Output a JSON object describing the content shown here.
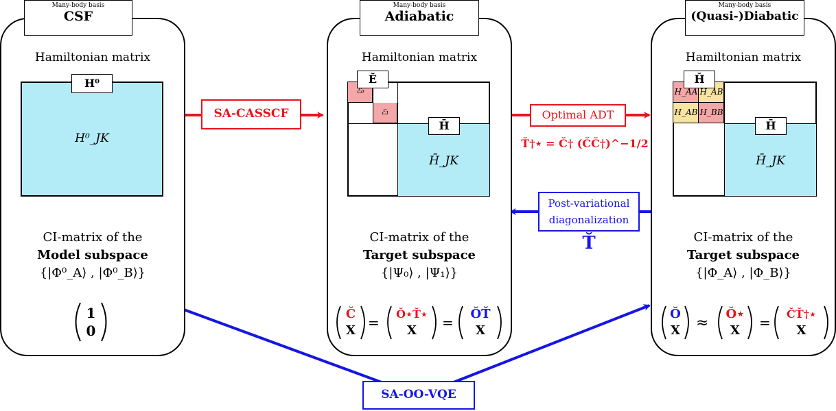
{
  "panels": {
    "csf": {
      "basis_label": "Many-body basis",
      "title": "CSF",
      "hamiltonian_label": "Hamiltonian matrix",
      "matrix_tag": "H⁰",
      "block_label": "H⁰_JK",
      "ci_line1": "CI-matrix of the",
      "ci_line2": "Model subspace",
      "ci_line3": "{|Φ⁰_A⟩ , |Φ⁰_B⟩}",
      "vector_top": "1",
      "vector_bottom": "0"
    },
    "adiabatic": {
      "basis_label": "Many-body basis",
      "title": "Adiabatic",
      "hamiltonian_label": "Hamiltonian matrix",
      "matrix_tag": "Ĕ",
      "eig0": "ℰ₀",
      "eig1": "ℰ₁",
      "sub_tag": "H̄",
      "block_label": "H̄_JK",
      "ci_line1": "CI-matrix of the",
      "ci_line2": "Target subspace",
      "ci_line3": "{|Ψ₀⟩ , |Ψ₁⟩}",
      "eq_c": "C̆",
      "eq_x": "X",
      "eq_equals": "=",
      "eq_ot_red": "Ŏ⋆T̆⋆",
      "eq_ot_blue": "ŎT̆"
    },
    "diabatic": {
      "basis_label": "Many-body basis",
      "title": "(Quasi-)Diabatic",
      "hamiltonian_label": "Hamiltonian matrix",
      "matrix_tag": "H̆",
      "h_aa": "H_AA",
      "h_ab": "H_AB",
      "h_ba": "H_AB",
      "h_bb": "H_BB",
      "sub_tag": "H̄",
      "block_label": "H̄_JK",
      "ci_line1": "CI-matrix of the",
      "ci_line2": "Target subspace",
      "ci_line3": "{|Φ_A⟩ , |Φ_B⟩}",
      "eq_o_blue": "Ŏ",
      "eq_x": "X",
      "eq_approx": "≈",
      "eq_o_red": "Ŏ⋆",
      "eq_equals": "=",
      "eq_ct": "C̆T̆†⋆"
    }
  },
  "arrows": {
    "sa_casscf": "SA-CASSCF",
    "optimal_adt": "Optimal ADT",
    "adt_formula": "T̆†⋆ = C̆† (C̆C̆†)^−1/2",
    "post_variational_line1": "Post-variational",
    "post_variational_line2": "diagonalization",
    "t_breve": "T̆",
    "sa_oo_vqe": "SA-OO-VQE"
  },
  "colors": {
    "red": "#e8141c",
    "blue": "#1515e6",
    "cyan_block": "#b3ebf7",
    "pink_block": "#f4a7a8",
    "yellow_block": "#f7e4a0"
  }
}
